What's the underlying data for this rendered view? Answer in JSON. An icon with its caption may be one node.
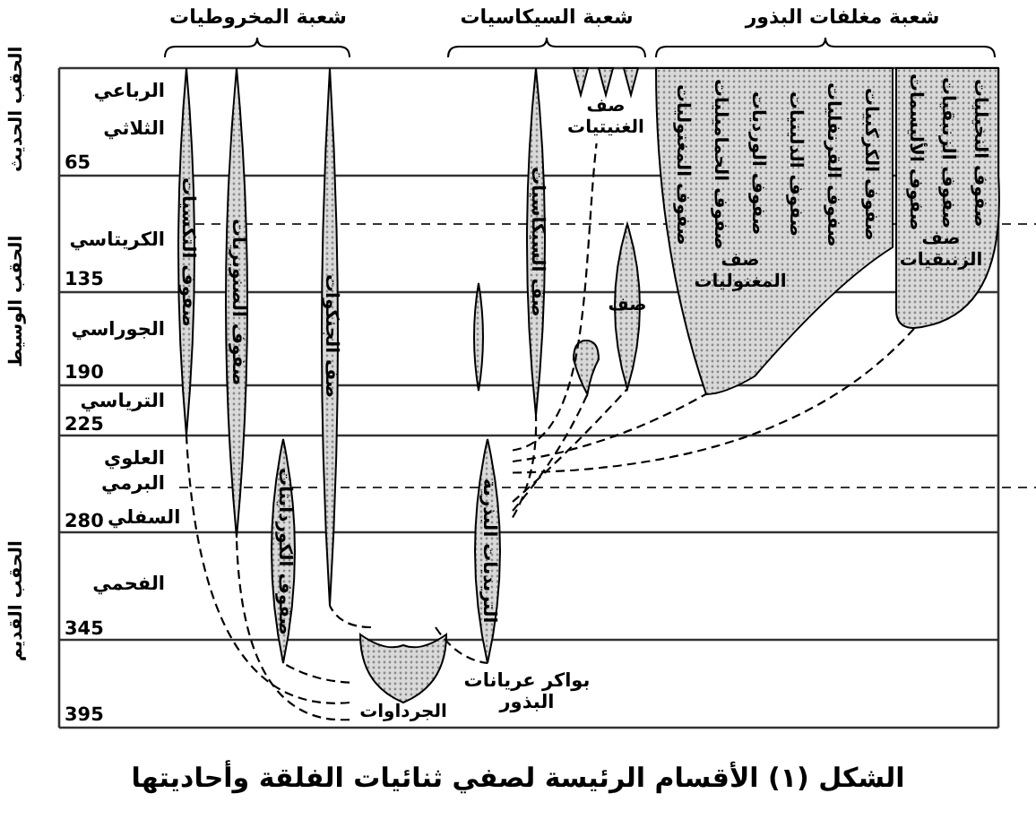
{
  "diagram": {
    "caption": "الشكل (١) الأقسام الرئيسة لصفي ثنائيات الفلقة وأحاديتها",
    "nodes": [
      {
        "text": [
          "صفوف التكسيات"
        ]
      },
      {
        "text": [
          "صفوف الصنوبريات"
        ]
      },
      {
        "text": [
          "صف الجنكوات"
        ]
      },
      {
        "text": [
          "صف السيكاسيات"
        ]
      },
      {
        "text": [],
        "shape": "spindle"
      },
      {
        "text": [
          "صف"
        ]
      },
      {
        "text": [],
        "shape": "drop"
      },
      {
        "text": [
          "صف الغنيتيات"
        ]
      },
      {
        "text": [
          "صف المغنوليات"
        ]
      },
      {
        "text": [
          "صفوف المغنوليات"
        ],
        "in": 8
      },
      {
        "text": [
          "صفوف الحماميليات"
        ],
        "in": 8
      },
      {
        "text": [
          "صفوف الورديات"
        ],
        "in": 8
      },
      {
        "text": [
          "صفوف الدلينيات"
        ],
        "in": 8
      },
      {
        "text": [
          "صفوف القرنفليات"
        ],
        "in": 8
      },
      {
        "text": [
          "صفوف الكركبيات"
        ],
        "in": 8
      },
      {
        "text": [
          "صف الزنبقيات"
        ]
      },
      {
        "text": [
          "صفوف الأليسمات"
        ],
        "in": 15
      },
      {
        "text": [
          "صفوف الزنبقيات"
        ],
        "in": 15
      },
      {
        "text": [
          "صفوف النخيليات"
        ],
        "in": 15
      },
      {
        "text": [
          "صفوف الكوردايتات"
        ]
      },
      {
        "text": [
          "التريديات البذرية"
        ]
      },
      {
        "text": [
          "الجرداوات"
        ]
      }
    ],
    "edges": [
      {
        "from": 21,
        "to": 19,
        "arrow": "none",
        "style": "dashed"
      },
      {
        "from": 21,
        "to": 0,
        "arrow": "none",
        "style": "dashed"
      },
      {
        "from": 21,
        "to": 1,
        "arrow": "none",
        "style": "dashed"
      },
      {
        "from": 21,
        "to": 2,
        "arrow": "none",
        "style": "dashed"
      },
      {
        "from": 21,
        "to": 20,
        "arrow": "none",
        "style": "dashed"
      },
      {
        "from": 20,
        "to": 3,
        "arrow": "none",
        "style": "dashed"
      },
      {
        "from": 20,
        "to": 5,
        "arrow": "none",
        "style": "dashed"
      },
      {
        "from": 20,
        "to": 6,
        "arrow": "none",
        "style": "dashed"
      },
      {
        "from": 20,
        "to": 7,
        "arrow": "none",
        "style": "dashed"
      },
      {
        "from": 20,
        "to": 8,
        "arrow": "none",
        "style": "dashed"
      },
      {
        "from": 20,
        "to": 15,
        "arrow": "none",
        "style": "dashed"
      }
    ],
    "labels": [
      "شعبة المخروطيات",
      "شعبة السيكاسيات",
      "شعبة مغلفات البذور",
      "الحقب الحديث",
      "الحقب الوسيط",
      "الحقب القديم",
      "الرباعي",
      "الثلاثي",
      "65",
      "الكريتاسي",
      "135",
      "الجوراسي",
      "190",
      "الترياسي",
      "225",
      "العلوي",
      "البرمي",
      "السفلي",
      "280",
      "الفحمي",
      "345",
      "395",
      "بواكر عريانات البذور"
    ]
  }
}
